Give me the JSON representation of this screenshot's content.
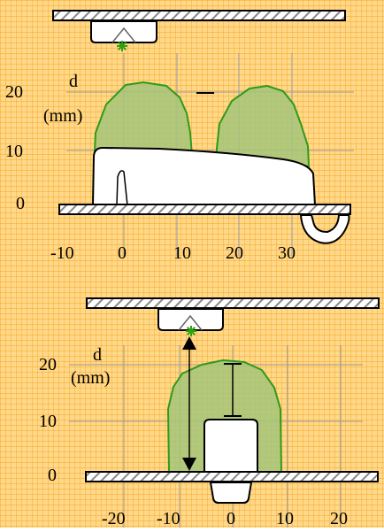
{
  "colors": {
    "background": "#ffd889",
    "grid_minor": "#f5a623",
    "grid_major": "#9a9a9a",
    "zone_fill": "#a5c67a",
    "zone_stroke": "#2f9a1a",
    "star": "#2fa014",
    "hatch": "#888888"
  },
  "top_panel": {
    "ylabel": "d",
    "yunit": "(mm)",
    "y_ticks": [
      "20",
      "10",
      "0"
    ],
    "x_ticks": [
      "-10",
      "0",
      "10",
      "20",
      "30"
    ],
    "marker_icon": "green-star-icon"
  },
  "bottom_panel": {
    "ylabel": "d",
    "yunit": "(mm)",
    "y_ticks": [
      "20",
      "10",
      "0"
    ],
    "x_ticks": [
      "-20",
      "-10",
      "0",
      "10",
      "20"
    ],
    "marker_icon": "green-star-icon"
  }
}
